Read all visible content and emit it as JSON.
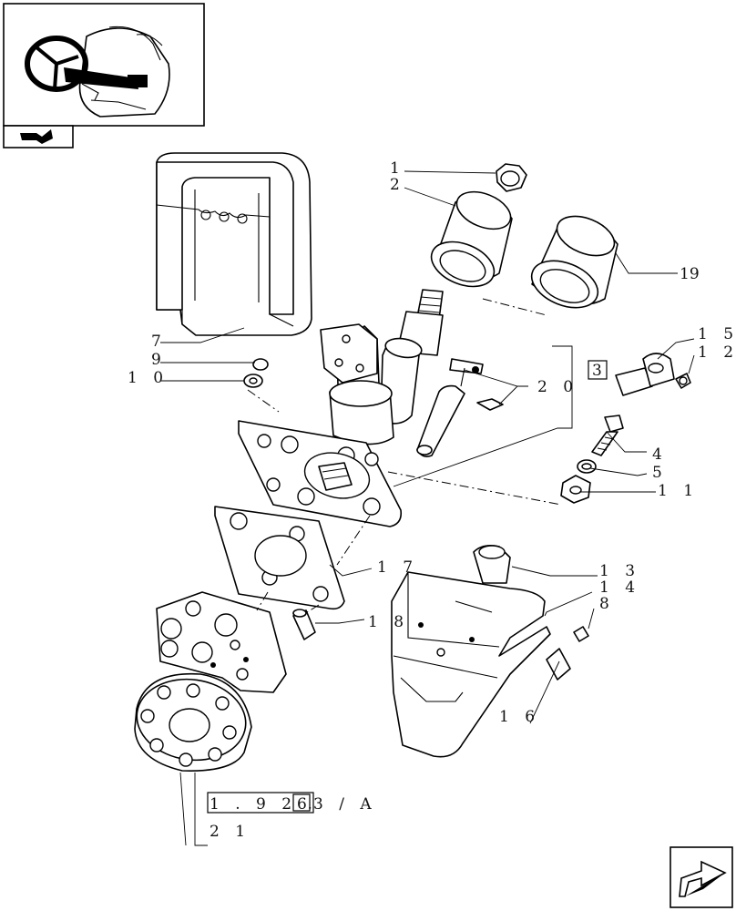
{
  "callouts": {
    "c1": "1",
    "c2": "2",
    "c19": "19",
    "c15": "1 5",
    "c12": "1 2",
    "c7": "7",
    "c9": "9",
    "c10": "1 0",
    "c20": "2 0",
    "c3": "3",
    "c4": "4",
    "c5": "5",
    "c11": "1 1",
    "c17": "1 7",
    "c13": "1 3",
    "c14": "1 4",
    "c8": "8",
    "c18": "1 8",
    "c16": "1 6",
    "ref_a": "1 . 9 2 .",
    "ref_box": "6",
    "ref_b": "3 / A",
    "c21": "2 1"
  },
  "icons": {
    "thumbnail": "steering-wheel-location-icon",
    "prev": "back-arrow-icon",
    "next": "next-page-arrow-icon"
  }
}
